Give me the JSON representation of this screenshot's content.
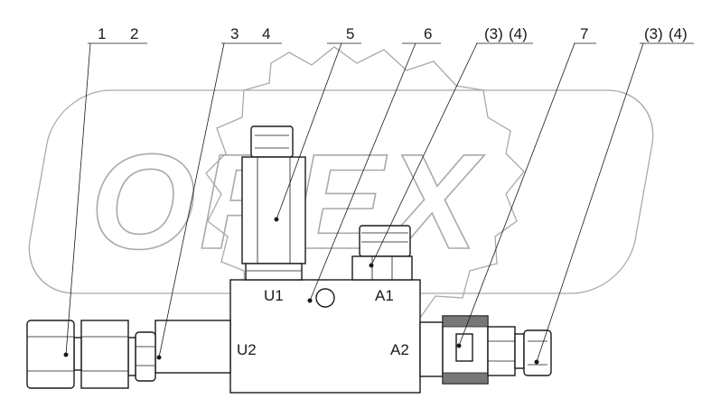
{
  "diagram": {
    "callouts": [
      "1",
      "2",
      "3",
      "4",
      "5",
      "6",
      "(3)",
      "(4)",
      "7",
      "(3)",
      "(4)"
    ],
    "ports": [
      "U1",
      "A1",
      "U2",
      "A2"
    ],
    "watermark_text": "OPEX"
  }
}
